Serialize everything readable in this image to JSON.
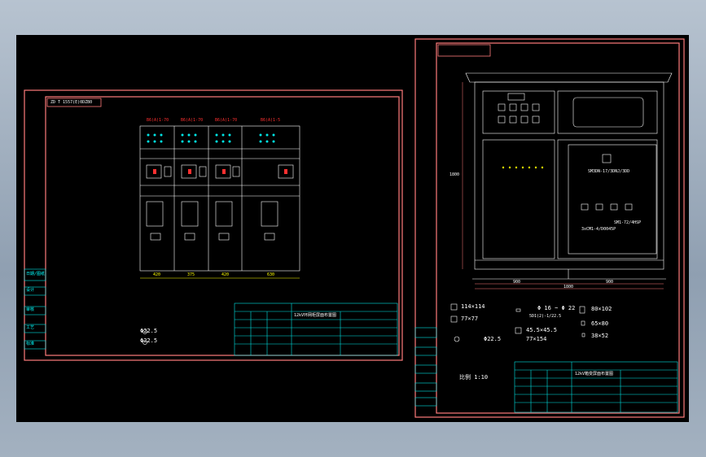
{
  "left_sheet": {
    "frame_title": "ZD T 1557(E)0DZB0",
    "cubicle_tags": [
      "B6(A)1-70",
      "B6(A)1-70",
      "B6(A)1-70",
      "B6(A)1-5"
    ],
    "cubicle_widths": [
      "420",
      "375",
      "420",
      "630"
    ],
    "hole_round_1": "Φ22.5",
    "hole_round_2": "Φ22.5",
    "sidebar_labels": [
      "日期/图纸",
      "设计",
      "审核",
      "工艺",
      "标准"
    ],
    "title_block_name": "12kV环网柜屏面布置图"
  },
  "right_sheet": {
    "frame_title": "",
    "meter_label_1": "SM3DN-17/3DNJ/3DD",
    "meter_label_2": "SM1-72/4HSP",
    "meter_label_3": "3xCM1-4/D0045P",
    "dim_bottom_1": "900",
    "dim_bottom_2": "900",
    "dim_total": "1800",
    "dim_height": "1800",
    "cutouts": [
      {
        "label": "114×114"
      },
      {
        "label": "77×77"
      },
      {
        "label": "45.5×45.5"
      },
      {
        "label": "77×154"
      },
      {
        "label": "80×102"
      },
      {
        "label": "65×80"
      },
      {
        "label": "38×52"
      },
      {
        "label": "Φ22.5"
      }
    ],
    "spec_note": "Φ 16 ~ Φ 22",
    "spec_note2": "5D1(2)-1/22.5",
    "title_block_name": "12kV箱变屏面布置图",
    "bottom_note": "比例 1:10"
  }
}
